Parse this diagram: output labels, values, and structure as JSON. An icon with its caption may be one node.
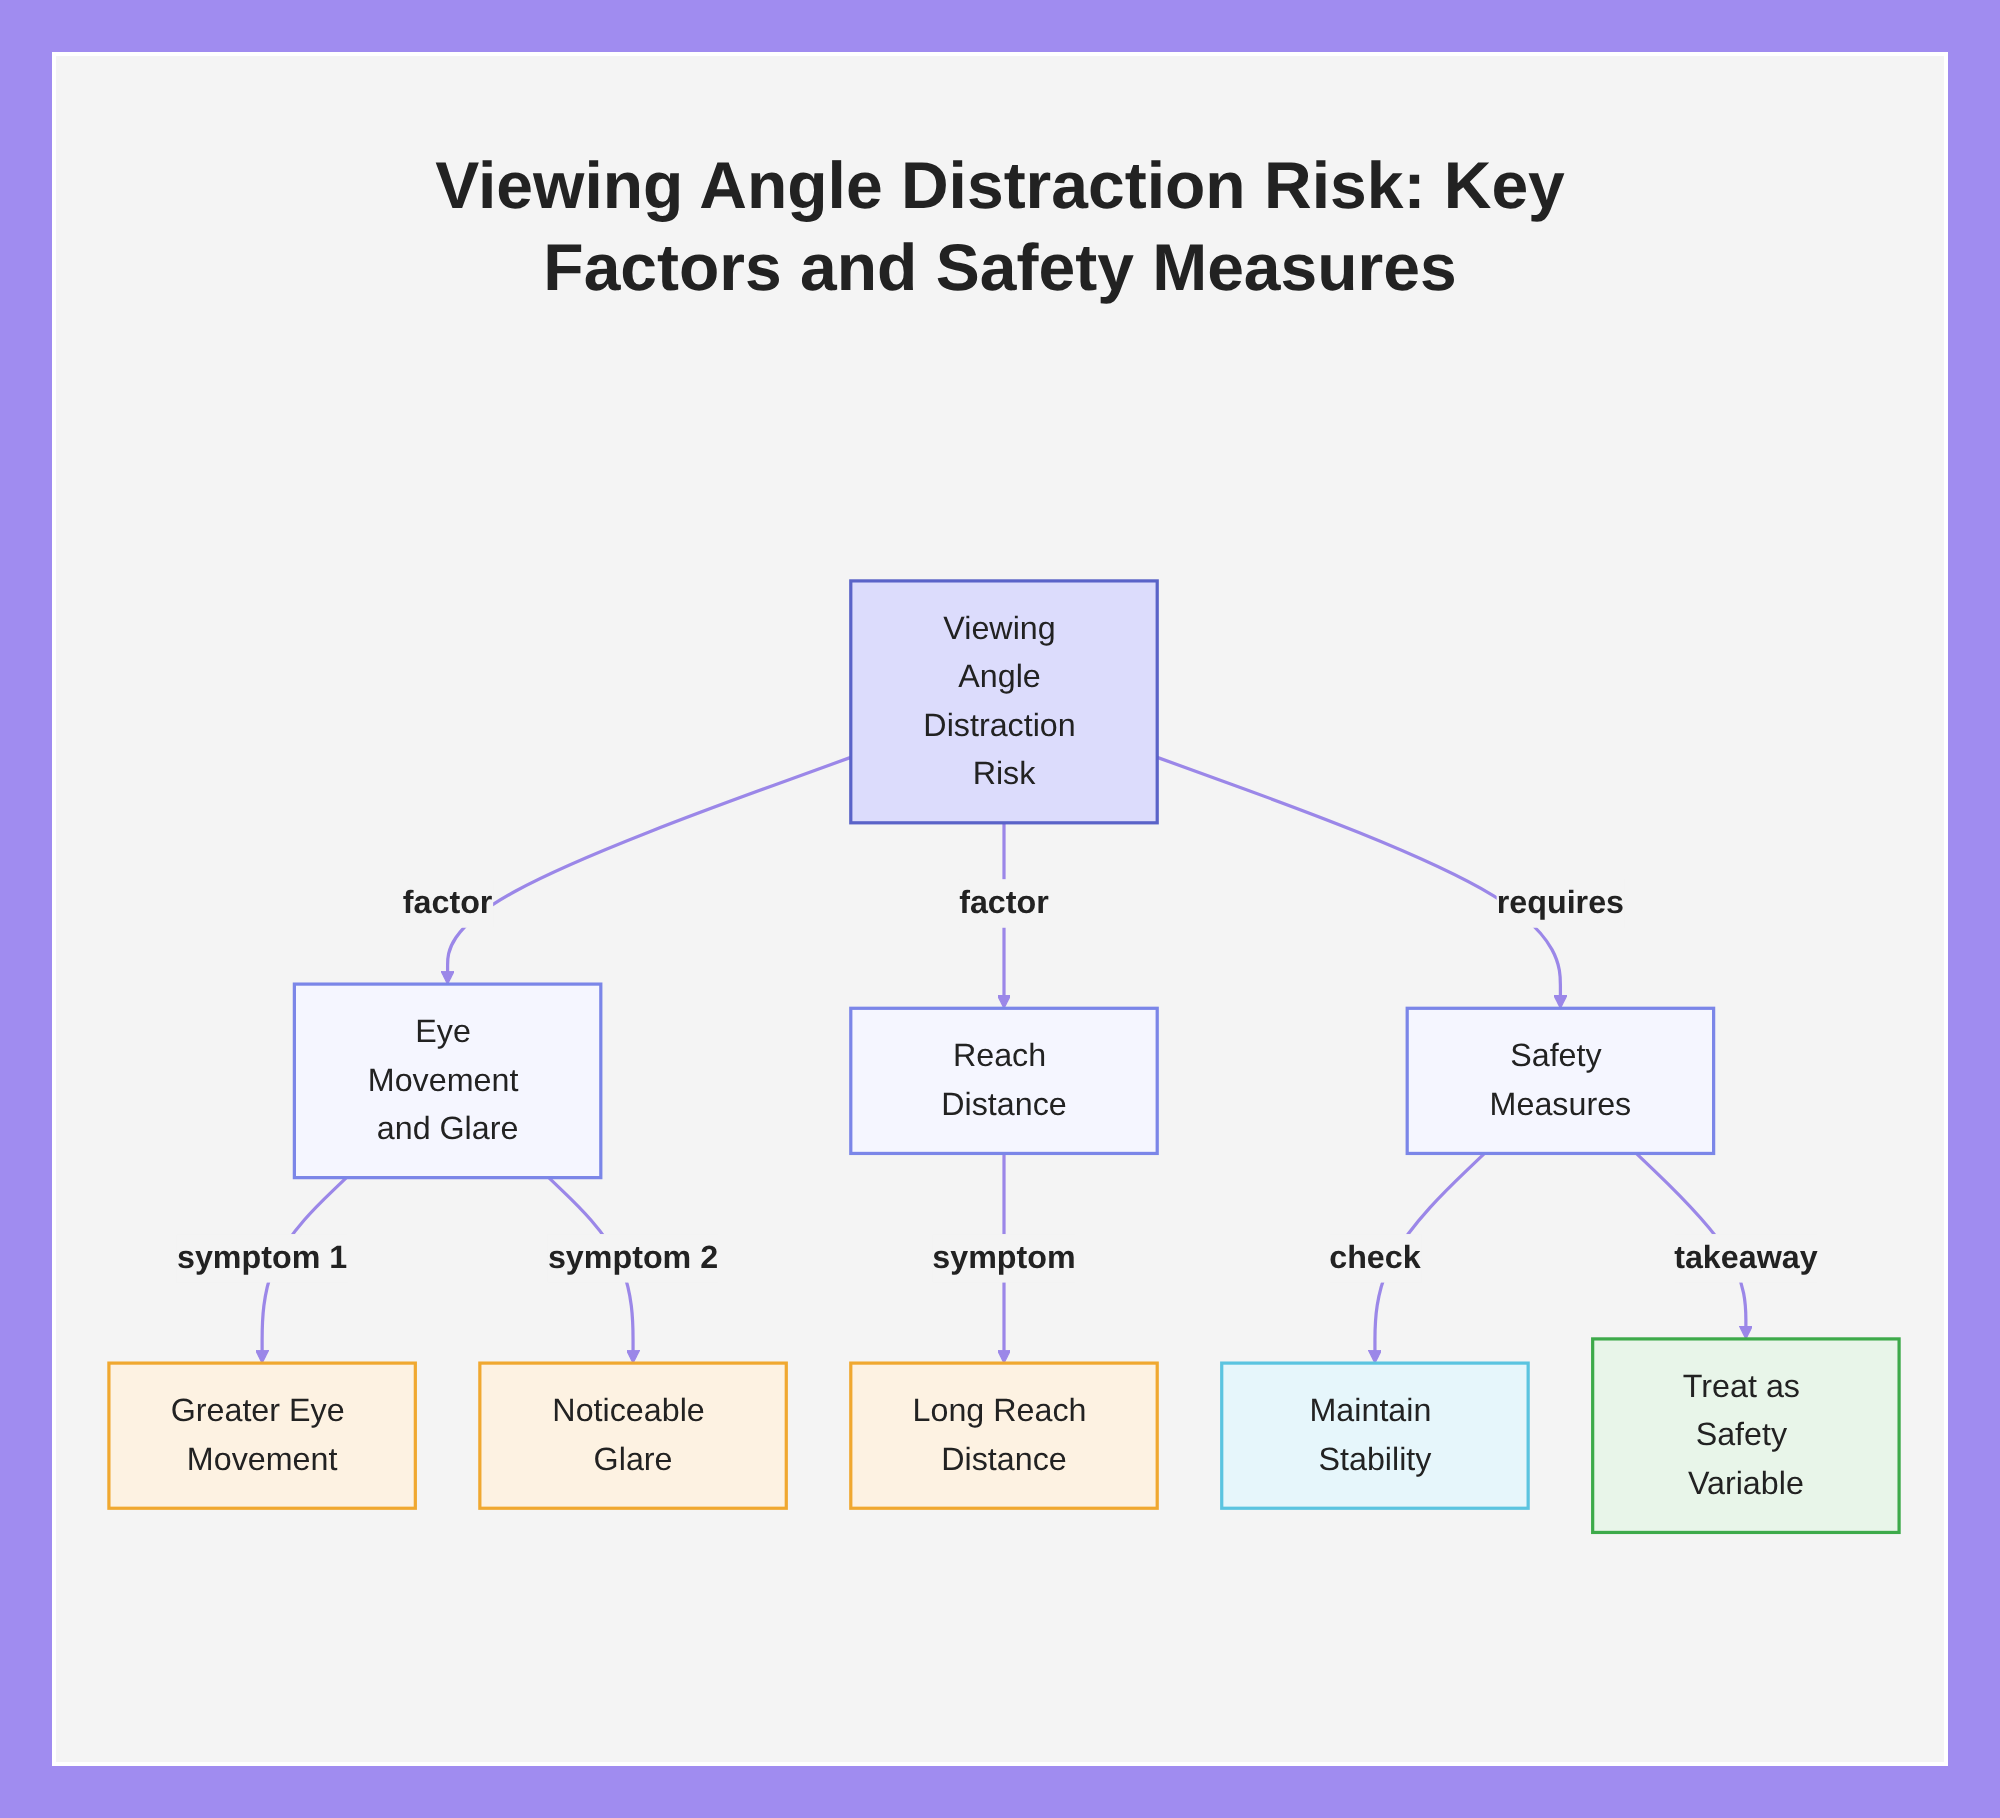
{
  "diagram": {
    "title": "Viewing Angle Distraction Risk: Key Factors and Safety Measures",
    "nodes": [
      {
        "text": [
          "Viewing Angle Distraction Risk"
        ]
      },
      {
        "text": [
          "Eye Movement and Glare"
        ]
      },
      {
        "text": [
          "Reach Distance"
        ]
      },
      {
        "text": [
          "Safety Measures"
        ]
      },
      {
        "text": [
          "Greater Eye Movement"
        ]
      },
      {
        "text": [
          "Noticeable Glare"
        ]
      },
      {
        "text": [
          "Long Reach Distance"
        ]
      },
      {
        "text": [
          "Maintain Stability"
        ]
      },
      {
        "text": [
          "Treat as Safety Variable"
        ]
      }
    ],
    "edges": [
      {
        "from": 0,
        "to": 1,
        "arrow": "to",
        "label": "factor"
      },
      {
        "from": 0,
        "to": 2,
        "arrow": "to",
        "label": "factor"
      },
      {
        "from": 0,
        "to": 3,
        "arrow": "to",
        "label": "requires"
      },
      {
        "from": 1,
        "to": 4,
        "arrow": "to",
        "label": "symptom 1"
      },
      {
        "from": 1,
        "to": 5,
        "arrow": "to",
        "label": "symptom 2"
      },
      {
        "from": 2,
        "to": 6,
        "arrow": "to",
        "label": "symptom"
      },
      {
        "from": 3,
        "to": 7,
        "arrow": "to",
        "label": "check"
      },
      {
        "from": 3,
        "to": 8,
        "arrow": "to",
        "label": "takeaway"
      }
    ]
  }
}
